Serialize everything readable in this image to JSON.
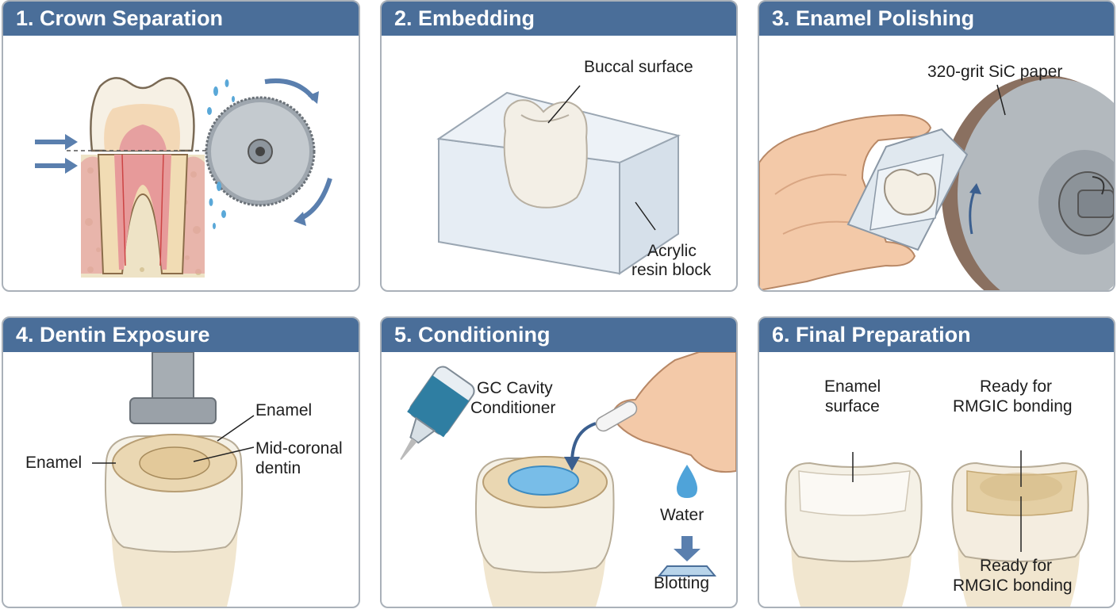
{
  "panels": [
    {
      "title": "1. Crown Separation"
    },
    {
      "title": "2. Embedding",
      "labels": {
        "buccal": "Buccal surface",
        "acrylic_1": "Acrylic",
        "acrylic_2": "resin block"
      }
    },
    {
      "title": "3. Enamel Polishing",
      "labels": {
        "paper": "320-grit SiC paper"
      }
    },
    {
      "title": "4. Dentin Exposure",
      "labels": {
        "enamel_top": "Enamel",
        "enamel_left": "Enamel",
        "dentin_1": "Mid-coronal",
        "dentin_2": "dentin"
      }
    },
    {
      "title": "5. Conditioning",
      "labels": {
        "conditioner_1": "GC Cavity",
        "conditioner_2": "Conditioner",
        "water": "Water",
        "blotting": "Blotting"
      }
    },
    {
      "title": "6. Final Preparation",
      "labels": {
        "enamel_1": "Enamel",
        "enamel_2": "surface",
        "ready_top_1": "Ready for",
        "ready_top_2": "RMGIC bonding",
        "ready_bottom_1": "Ready for",
        "ready_bottom_2": "RMGIC bonding"
      }
    }
  ],
  "colors": {
    "header": "#4a6e99",
    "header_text": "#ffffff",
    "border": "#aab1b9",
    "arrow": "#5a7fae"
  }
}
